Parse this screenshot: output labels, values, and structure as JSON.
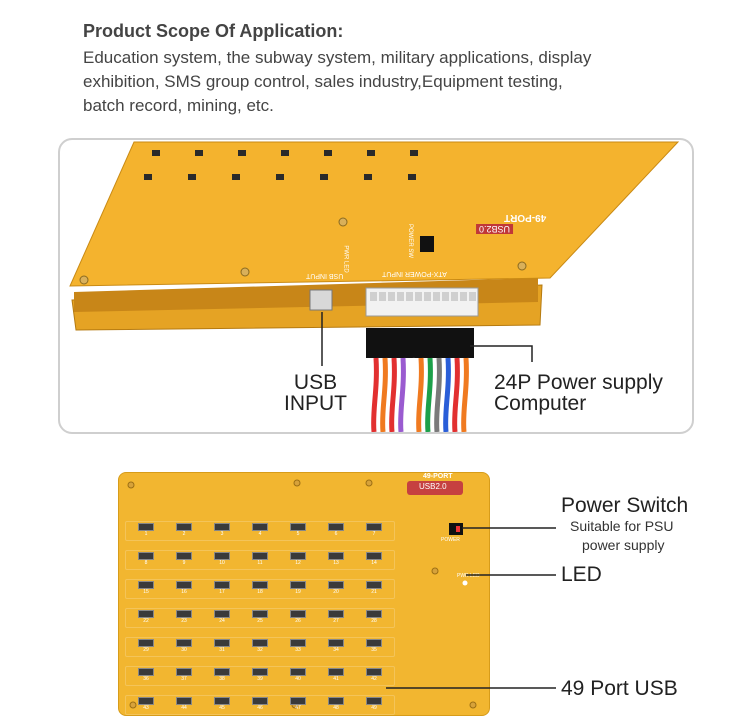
{
  "scope": {
    "title": "Product Scope Of Application:",
    "lines": [
      "Education system, the subway system, military applications, display",
      "exhibition, SMS group control, sales industry,Equipment testing,",
      "batch record, mining, etc."
    ]
  },
  "photo_top": {
    "board_labels": {
      "port_title": "49-PORT",
      "usb_logo": "USB2.0",
      "power_sw": "POWER SW",
      "pwr_led": "PWR LED",
      "usb_input": "USB INPUT",
      "atx_power": "ATX-POWER INPUT"
    },
    "callouts": {
      "usb_input_line1": "USB",
      "usb_input_line2": "INPUT",
      "power_supply_line1": "24P Power supply",
      "power_supply_line2": "Computer"
    }
  },
  "photo_bottom": {
    "board_labels": {
      "port_title": "49-PORT",
      "usb_logo": "USB2.0",
      "power": "POWER",
      "pwr_led": "PWR LED"
    },
    "port_rows": [
      [
        "1",
        "2",
        "3",
        "4",
        "5",
        "6",
        "7"
      ],
      [
        "8",
        "9",
        "10",
        "11",
        "12",
        "13",
        "14"
      ],
      [
        "15",
        "16",
        "17",
        "18",
        "19",
        "20",
        "21"
      ],
      [
        "22",
        "23",
        "24",
        "25",
        "26",
        "27",
        "28"
      ],
      [
        "29",
        "30",
        "31",
        "32",
        "33",
        "34",
        "35"
      ],
      [
        "36",
        "37",
        "38",
        "39",
        "40",
        "41",
        "42"
      ],
      [
        "43",
        "44",
        "45",
        "46",
        "47",
        "48",
        "49"
      ]
    ],
    "callouts": {
      "power_switch": "Power Switch",
      "psu_line1": "Suitable for PSU",
      "psu_line2": "power supply",
      "led": "LED",
      "usb_ports": "49 Port USB"
    }
  }
}
